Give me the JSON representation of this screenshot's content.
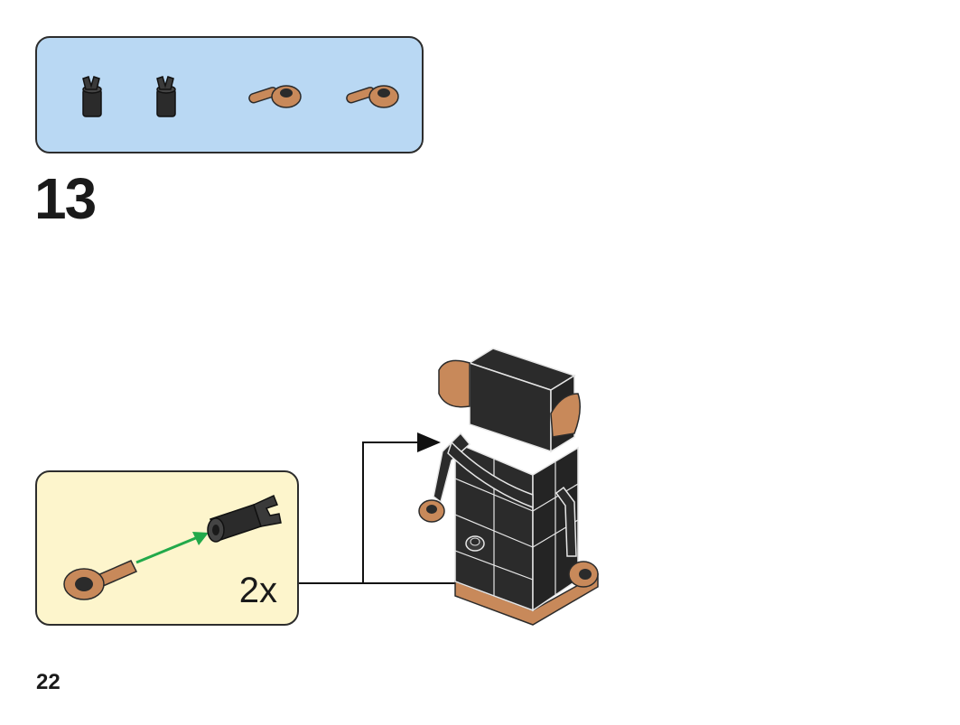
{
  "step": {
    "number": "13"
  },
  "callout": {
    "quantity": "2x"
  },
  "page": {
    "number": "22"
  },
  "parts": [
    {
      "name": "black-clip-bar-holder"
    },
    {
      "name": "black-clip-bar-holder"
    },
    {
      "name": "tan-bar-arm-part"
    },
    {
      "name": "tan-bar-arm-part"
    }
  ],
  "colors": {
    "parts_panel_bg": "#b9d8f3",
    "callout_bg": "#fdf5cc",
    "brick_black": "#2b2b2b",
    "brick_tan": "#b9794a",
    "arrow_green": "#22a94a"
  }
}
